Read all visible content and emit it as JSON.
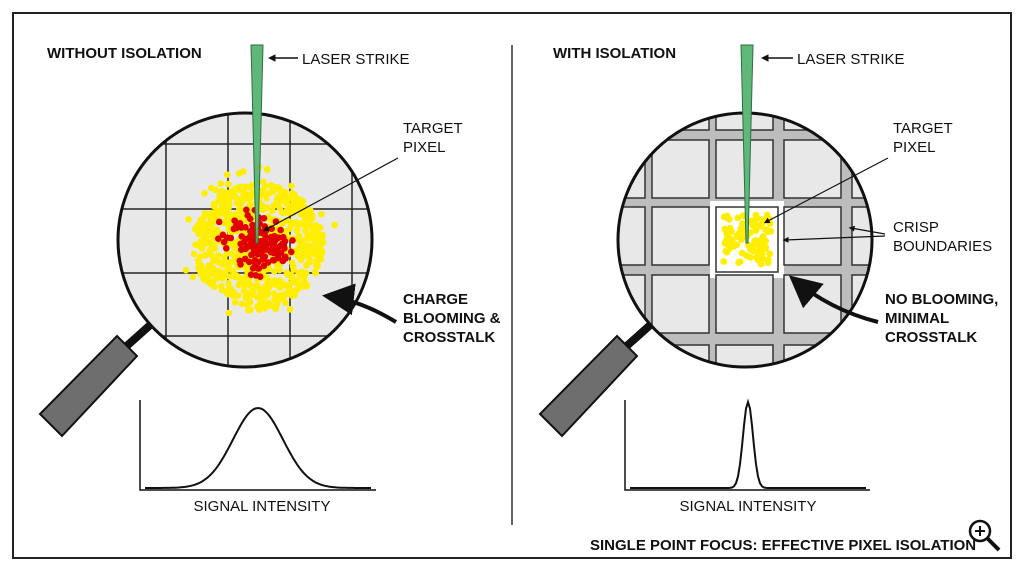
{
  "left": {
    "title": "WITHOUT ISOLATION",
    "laser_label": "LASER STRIKE",
    "target_label": [
      "TARGET",
      "PIXEL"
    ],
    "effect_label": [
      "CHARGE",
      "BLOOMING &",
      "CROSSTALK"
    ],
    "graph_label": "SIGNAL INTENSITY"
  },
  "right": {
    "title": "WITH ISOLATION",
    "laser_label": "LASER STRIKE",
    "target_label": [
      "TARGET",
      "PIXEL"
    ],
    "boundary_label": [
      "CRISP",
      "BOUNDARIES"
    ],
    "effect_label": [
      "NO BLOOMING,",
      "MINIMAL",
      "CROSSTALK"
    ],
    "graph_label": "SIGNAL INTENSITY"
  },
  "footer": "SINGLE POINT FOCUS: EFFECTIVE PIXEL ISOLATION",
  "colors": {
    "laser": "#5fb87a",
    "charge_red": "#e00000",
    "charge_yellow": "#ffee00",
    "pixel": "#e8e8e8",
    "channel": "#bdbdbd",
    "handle": "#6e6e6e"
  }
}
